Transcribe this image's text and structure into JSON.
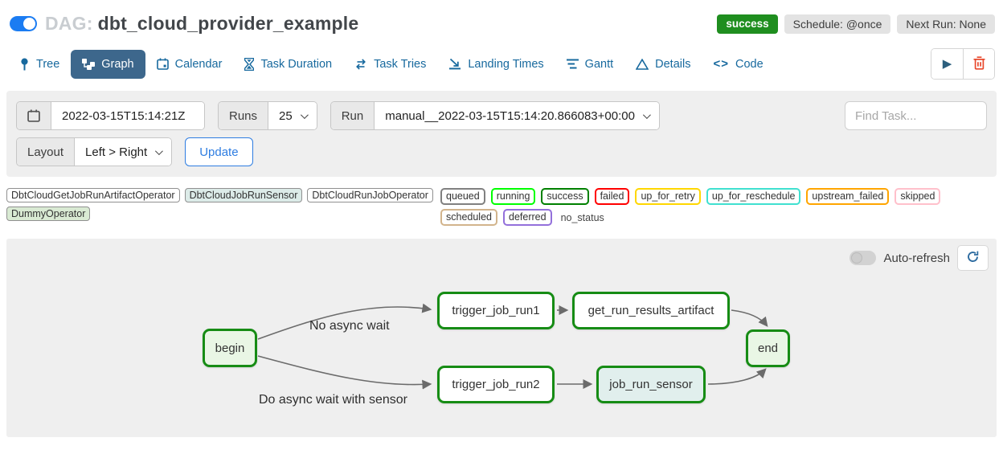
{
  "header": {
    "dag_prefix": "DAG:",
    "dag_name": "dbt_cloud_provider_example",
    "status_badge": "success",
    "schedule_badge": "Schedule: @once",
    "next_run_badge": "Next Run: None"
  },
  "tabs": [
    {
      "label": "Tree",
      "icon": "tree-icon",
      "active": false
    },
    {
      "label": "Graph",
      "icon": "graph-icon",
      "active": true
    },
    {
      "label": "Calendar",
      "icon": "calendar-icon",
      "active": false
    },
    {
      "label": "Task Duration",
      "icon": "hourglass-icon",
      "active": false
    },
    {
      "label": "Task Tries",
      "icon": "retry-icon",
      "active": false
    },
    {
      "label": "Landing Times",
      "icon": "plane-landing-icon",
      "active": false
    },
    {
      "label": "Gantt",
      "icon": "gantt-icon",
      "active": false
    },
    {
      "label": "Details",
      "icon": "triangle-icon",
      "active": false
    },
    {
      "label": "Code",
      "icon": "code-icon",
      "active": false
    }
  ],
  "filters": {
    "date_value": "2022-03-15T15:14:21Z",
    "runs_label": "Runs",
    "runs_value": "25",
    "run_label": "Run",
    "run_value": "manual__2022-03-15T15:14:20.866083+00:00",
    "find_task_placeholder": "Find Task...",
    "layout_label": "Layout",
    "layout_value": "Left > Right",
    "update_label": "Update"
  },
  "legend": {
    "operators": [
      {
        "label": "DbtCloudGetJobRunArtifactOperator",
        "bg": "#ffffff"
      },
      {
        "label": "DbtCloudJobRunSensor",
        "bg": "#dcebe8"
      },
      {
        "label": "DbtCloudRunJobOperator",
        "bg": "#ffffff"
      },
      {
        "label": "DummyOperator",
        "bg": "#d9ead3"
      }
    ],
    "statuses": [
      {
        "label": "queued",
        "border": "#808080"
      },
      {
        "label": "running",
        "border": "#00ff00"
      },
      {
        "label": "success",
        "border": "#008000"
      },
      {
        "label": "failed",
        "border": "#ff0000"
      },
      {
        "label": "up_for_retry",
        "border": "#ffd700"
      },
      {
        "label": "up_for_reschedule",
        "border": "#40e0d0"
      },
      {
        "label": "upstream_failed",
        "border": "#ffa500"
      },
      {
        "label": "skipped",
        "border": "#ffc0cb"
      },
      {
        "label": "scheduled",
        "border": "#d2b48c"
      },
      {
        "label": "deferred",
        "border": "#9370db"
      }
    ],
    "no_status_label": "no_status"
  },
  "graph": {
    "auto_refresh_label": "Auto-refresh",
    "auto_refresh_on": false,
    "node_border_color": "#168c14",
    "edge_color": "#6b6b6b",
    "nodes": [
      {
        "id": "begin",
        "label": "begin",
        "bg": "#e9f6e5"
      },
      {
        "id": "trigger_job_run1",
        "label": "trigger_job_run1",
        "bg": "#ffffff"
      },
      {
        "id": "get_run_results_artifact",
        "label": "get_run_results_artifact",
        "bg": "#ffffff"
      },
      {
        "id": "trigger_job_run2",
        "label": "trigger_job_run2",
        "bg": "#ffffff"
      },
      {
        "id": "job_run_sensor",
        "label": "job_run_sensor",
        "bg": "#e1efed"
      },
      {
        "id": "end",
        "label": "end",
        "bg": "#e9f6e5"
      }
    ],
    "edge_labels": [
      "No async wait",
      "Do async wait with sensor"
    ],
    "edges": [
      "begin->trigger_job_run1",
      "begin->trigger_job_run2",
      "trigger_job_run1->get_run_results_artifact",
      "trigger_job_run2->job_run_sensor",
      "get_run_results_artifact->end",
      "job_run_sensor->end"
    ]
  },
  "colors": {
    "dag_toggle_on": "#1b7cf2",
    "active_tab_bg": "#3d678c",
    "tab_link": "#17699e",
    "success_badge_bg": "#1f8e1f",
    "update_button": "#2e7de1",
    "play_icon": "#2c5f7e",
    "trash_icon": "#e8472b",
    "refresh_icon": "#2b6a9f",
    "panel_bg": "#efefef"
  }
}
